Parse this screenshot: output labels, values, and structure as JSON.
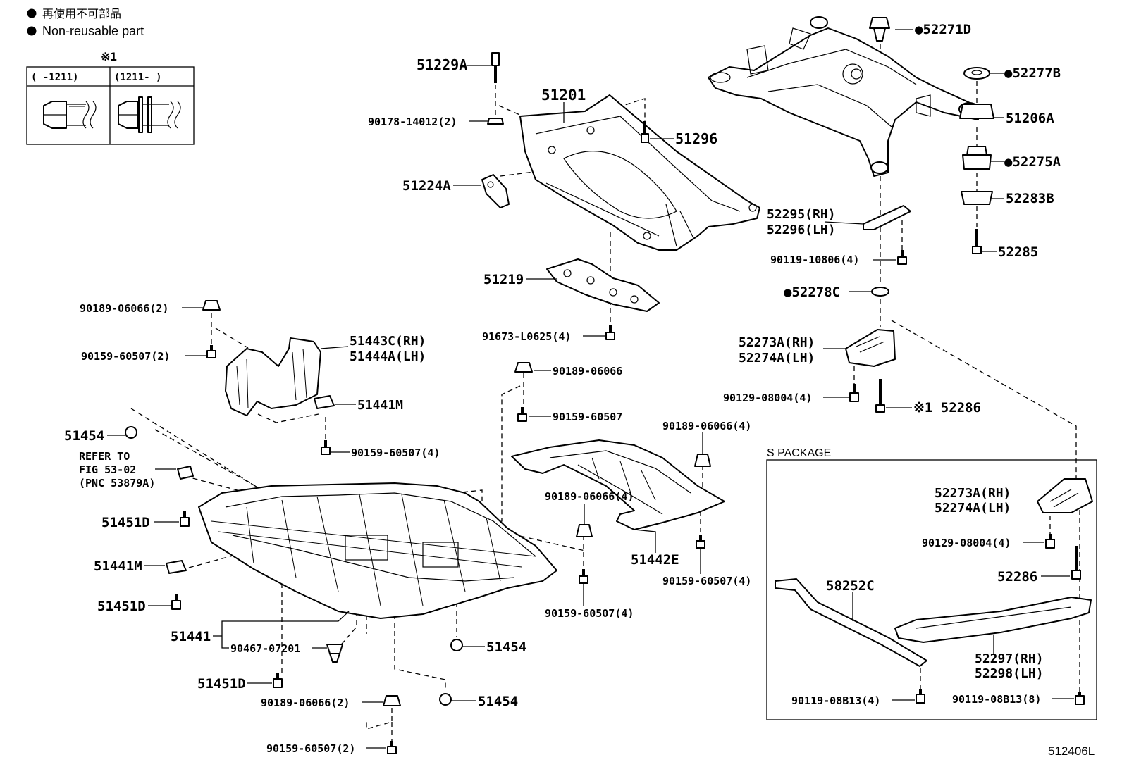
{
  "legend": {
    "jp": "再使用不可部品",
    "en": "Non-reusable part",
    "note_mark": "※1",
    "col_left": "(    -1211)",
    "col_right": "(1211-    )"
  },
  "diagram_code": "512406L",
  "s_package_title": "S PACKAGE",
  "labels": {
    "p52271D": "●52271D",
    "p51229A": "51229A",
    "p51201": "51201",
    "p52277B": "●52277B",
    "p90178": "90178-14012(2)",
    "p51296": "51296",
    "p51206A": "51206A",
    "p51224A": "51224A",
    "p52275A": "●52275A",
    "p52283B": "52283B",
    "p52295": "52295(RH)",
    "p52296": "52296(LH)",
    "p52285": "52285",
    "p90119_10806": "90119-10806(4)",
    "p51219": "51219",
    "p52278C": "●52278C",
    "p90189_a": "90189-06066(2)",
    "p52273A": "52273A(RH)",
    "p52274A": "52274A(LH)",
    "p91673": "91673-L0625(4)",
    "p51443C": "51443C(RH)",
    "p51444A": "51444A(LH)",
    "p90159_a": "90159-60507(2)",
    "p90189_b": "90189-06066",
    "p90129_a": "90129-08004(4)",
    "p52286_a": "※1 52286",
    "p51441M_a": "51441M",
    "p90159_b": "90159-60507",
    "p51454_a": "51454",
    "p90189_c": "90189-06066(4)",
    "refer1": "REFER TO",
    "refer2": "FIG 53-02",
    "refer3": "(PNC 53879A)",
    "p90159_c": "90159-60507(4)",
    "p52273A_s": "52273A(RH)",
    "p52274A_s": "52274A(LH)",
    "p51451D_a": "51451D",
    "p90189_d": "90189-06066(4)",
    "p90129_b": "90129-08004(4)",
    "p51441M_b": "51441M",
    "p51442E": "51442E",
    "p52286_b": "52286",
    "p51451D_b": "51451D",
    "p90159_d": "90159-60507(4)",
    "p58252C": "58252C",
    "p90159_e": "90159-60507(4)",
    "p51441": "51441",
    "p90467": "90467-07201",
    "p51454_b": "51454",
    "p52297": "52297(RH)",
    "p52298": "52298(LH)",
    "p51451D_c": "51451D",
    "p90189_e": "90189-06066(2)",
    "p51454_c": "51454",
    "p90119_08B13_a": "90119-08B13(4)",
    "p90119_08B13_b": "90119-08B13(8)",
    "p90159_f": "90159-60507(2)"
  }
}
